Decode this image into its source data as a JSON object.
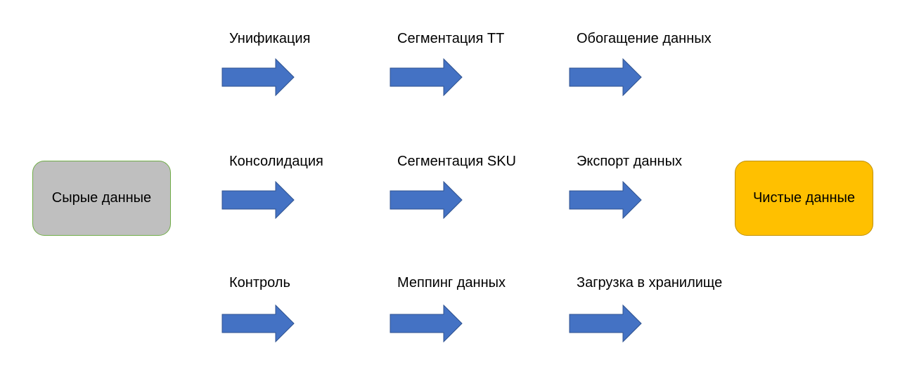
{
  "source": {
    "label": "Сырые данные",
    "fill": "#bfbfbf",
    "border": "#70ad47"
  },
  "target": {
    "label": "Чистые данные",
    "fill": "#ffc000",
    "border": "#c09000"
  },
  "arrow_color": "#4472c4",
  "arrow_border": "#2f528f",
  "steps": [
    {
      "label": "Унификация"
    },
    {
      "label": "Сегментация ТТ"
    },
    {
      "label": "Обогащение данных"
    },
    {
      "label": "Консолидация"
    },
    {
      "label": "Сегментация SKU"
    },
    {
      "label": "Экспорт данных"
    },
    {
      "label": "Контроль"
    },
    {
      "label": "Меппинг данных"
    },
    {
      "label": "Загрузка в хранилище"
    }
  ]
}
